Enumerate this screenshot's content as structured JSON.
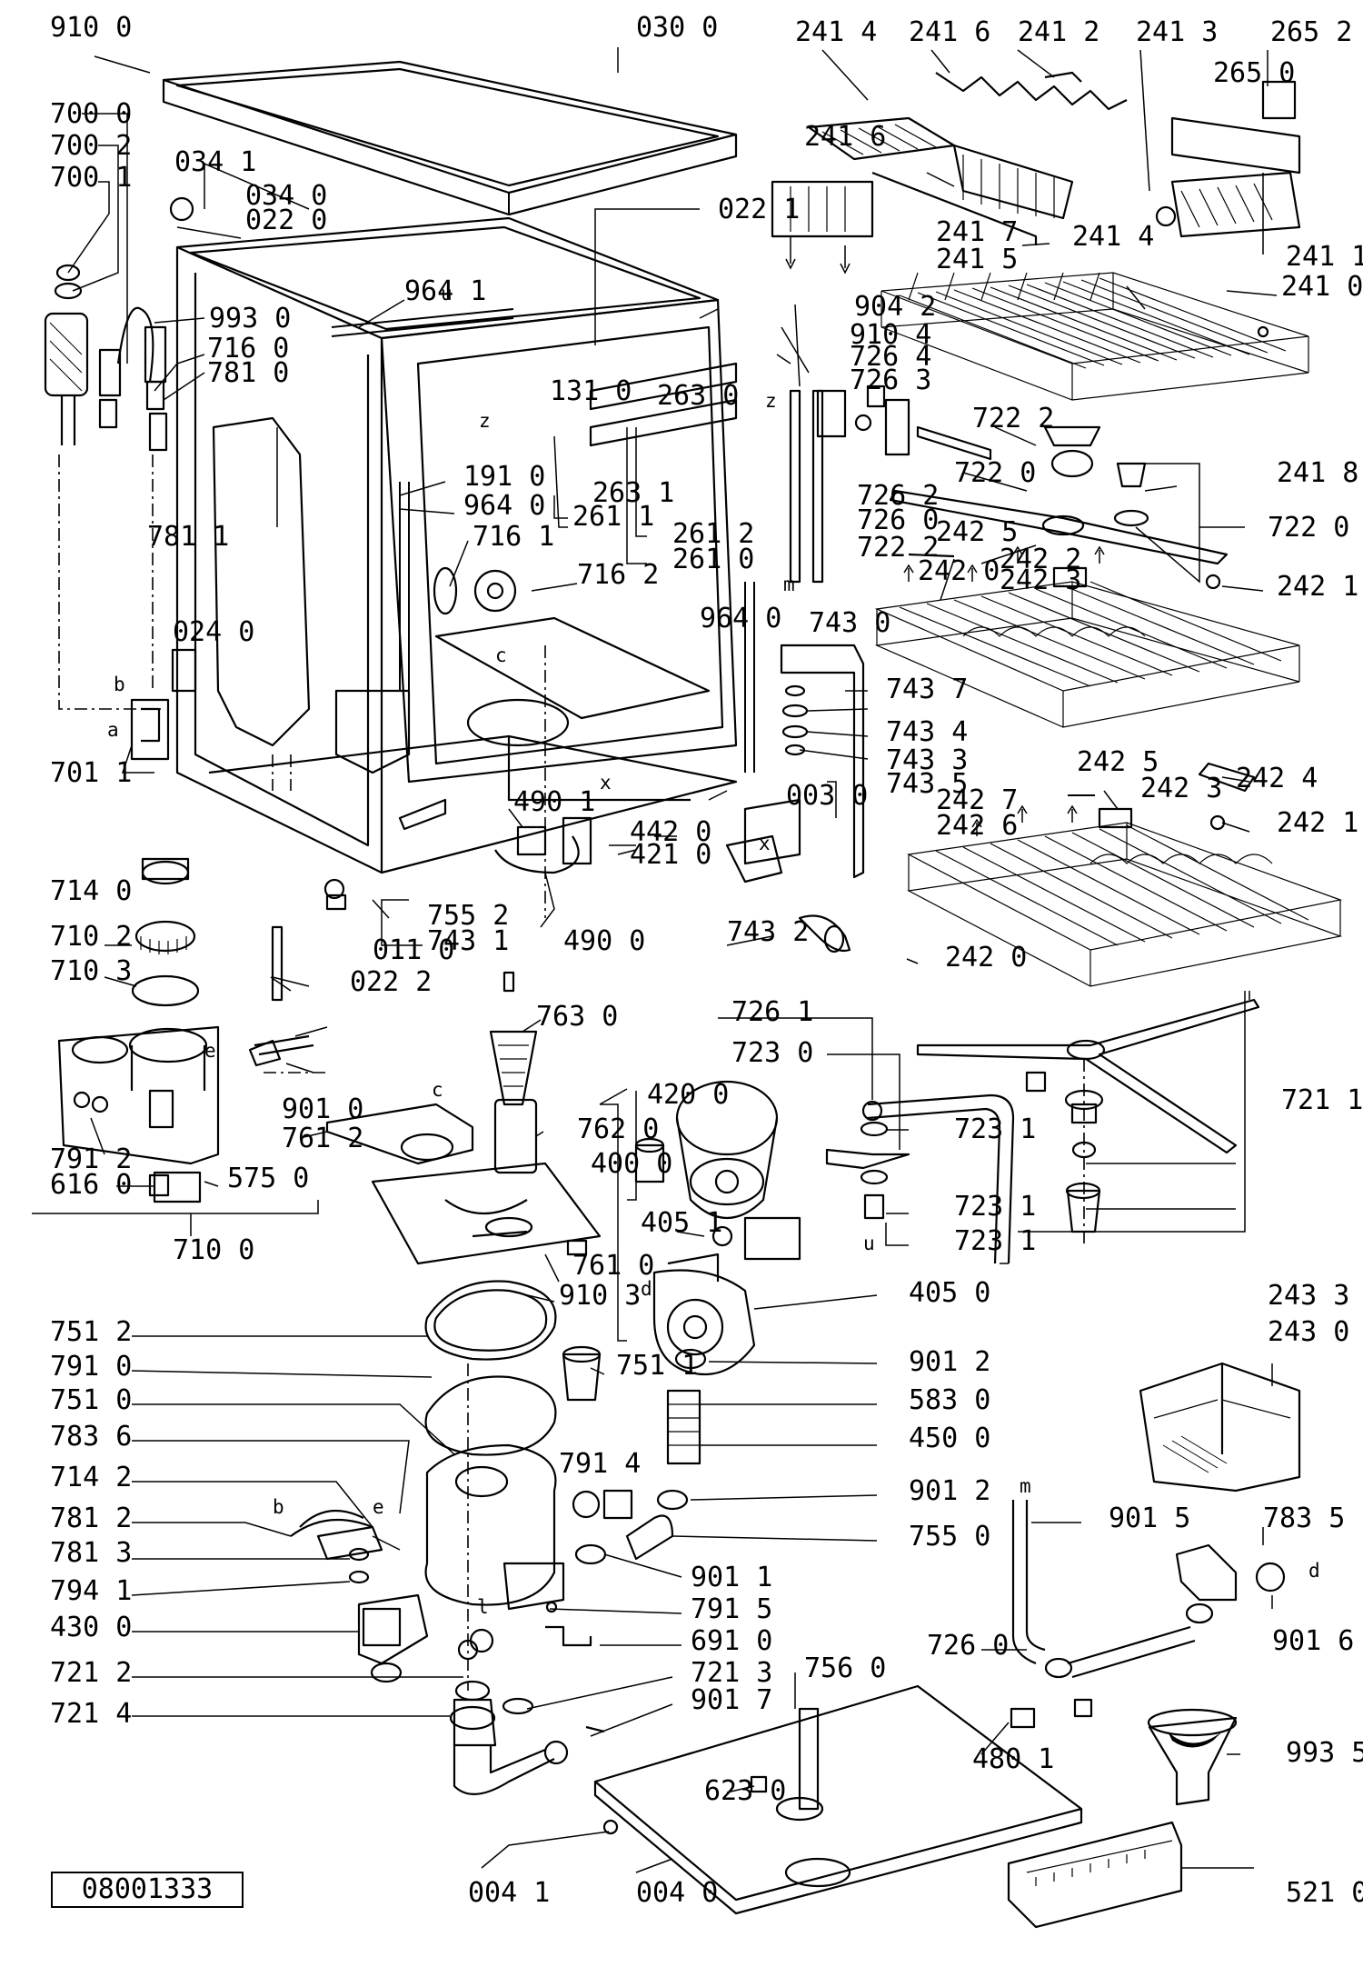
{
  "drawing": {
    "code": "08001333"
  },
  "labels": [
    "910 0",
    "030 0",
    "241 4",
    "241 6",
    "241 2",
    "241 3",
    "265 2",
    "265 0",
    "700 0",
    "700 2",
    "700 1",
    "034 1",
    "034 0",
    "022 0",
    "022 1",
    "241 6",
    "241 7",
    "241 4",
    "241 5",
    "241 1",
    "241 0",
    "993 0",
    "716 0",
    "781 0",
    "964 1",
    "904 2",
    "910 4",
    "726 4",
    "726 3",
    "263 0",
    "131 0",
    "191 0",
    "964 0",
    "716 1",
    "716 2",
    "263 1",
    "261 1",
    "261 2",
    "261 0",
    "781 1",
    "722 2",
    "722 0",
    "241 8",
    "722 0",
    "726 2",
    "726 0",
    "722 2",
    "242 5",
    "242 2",
    "242 3",
    "242 0",
    "242 1",
    "024 0",
    "964 0",
    "743 0",
    "743 7",
    "743 4",
    "743 3",
    "743 5",
    "701 1",
    "003 0",
    "242 5",
    "242 4",
    "242 3",
    "242 7",
    "242 6",
    "242 1",
    "490 1",
    "442 0",
    "421 0",
    "714 0",
    "755 2",
    "743 1",
    "490 0",
    "743 2",
    "710 2",
    "011 0",
    "710 3",
    "022 2",
    "242 0",
    "763 0",
    "726 1",
    "723 0",
    "721 1",
    "901 0",
    "761 2",
    "762 0",
    "420 0",
    "400 0",
    "723 1",
    "791 2",
    "616 0",
    "575 0",
    "723 1",
    "723 1",
    "710 0",
    "405 1",
    "761 0",
    "910 3",
    "405 0",
    "751 2",
    "751 1",
    "901 2",
    "791 0",
    "583 0",
    "751 0",
    "450 0",
    "243 3",
    "243 0",
    "783 6",
    "791 4",
    "901 2",
    "714 2",
    "901 5",
    "783 5",
    "781 2",
    "755 0",
    "781 3",
    "901 1",
    "794 1",
    "791 5",
    "430 0",
    "691 0",
    "901 6",
    "721 2",
    "726 0",
    "721 3",
    "756 0",
    "721 4",
    "901 7",
    "993 5",
    "480 1",
    "623 0",
    "004 1",
    "004 0",
    "521 0"
  ],
  "markers": [
    "u",
    "z",
    "z",
    "c",
    "m",
    "b",
    "a",
    "x",
    "x",
    "e",
    "c",
    "u",
    "d",
    "b",
    "e",
    "l",
    "m",
    "d"
  ]
}
